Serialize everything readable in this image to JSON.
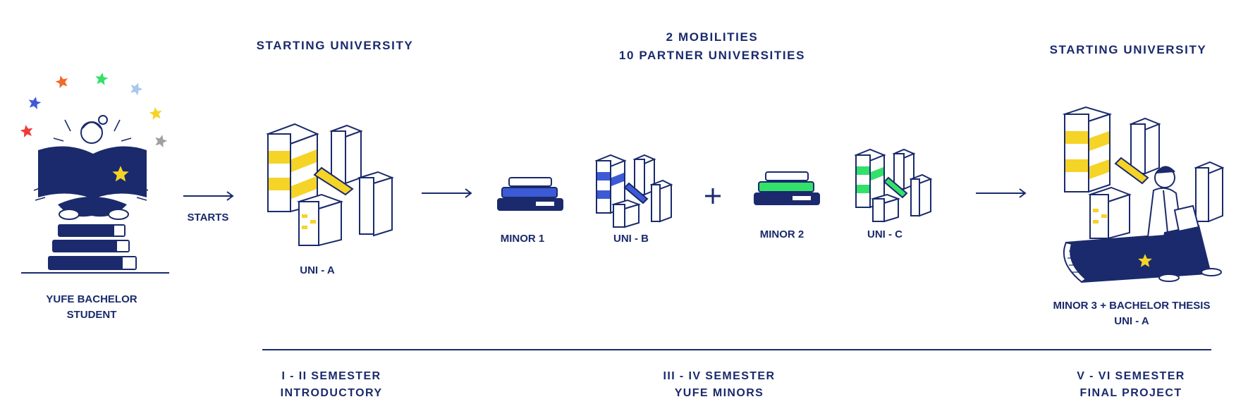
{
  "headers": {
    "starting_left": "STARTING UNIVERSITY",
    "mobilities_line1": "2 MOBILITIES",
    "mobilities_line2": "10 PARTNER UNIVERSITIES",
    "starting_right": "STARTING UNIVERSITY"
  },
  "student": {
    "line1": "YUFE BACHELOR",
    "line2": "STUDENT",
    "starts": "STARTS"
  },
  "labels": {
    "uni_a": "UNI - A",
    "minor1": "MINOR 1",
    "uni_b": "UNI - B",
    "plus": "+",
    "minor2": "MINOR 2",
    "uni_c": "UNI - C",
    "final_line1": "MINOR 3 + BACHELOR THESIS",
    "final_line2": "UNI - A"
  },
  "semesters": [
    {
      "line1": "I - II SEMESTER",
      "line2": "INTRODUCTORY"
    },
    {
      "line1": "III - IV SEMESTER",
      "line2": "YUFE MINORS"
    },
    {
      "line1": "V - VI SEMESTER",
      "line2": "FINAL PROJECT"
    }
  ],
  "colors": {
    "navy": "#1a2a6c",
    "yellow": "#f5d327",
    "blue": "#3d5ad6",
    "green": "#33e06a",
    "red": "#ef3a3a",
    "orange": "#f06a2a",
    "lightblue": "#a8c8ec",
    "gray": "#a0a0a0"
  },
  "icons": [
    "star-icon",
    "arrow-right-icon",
    "book-stack-icon",
    "building-cluster-icon",
    "plus-icon"
  ]
}
